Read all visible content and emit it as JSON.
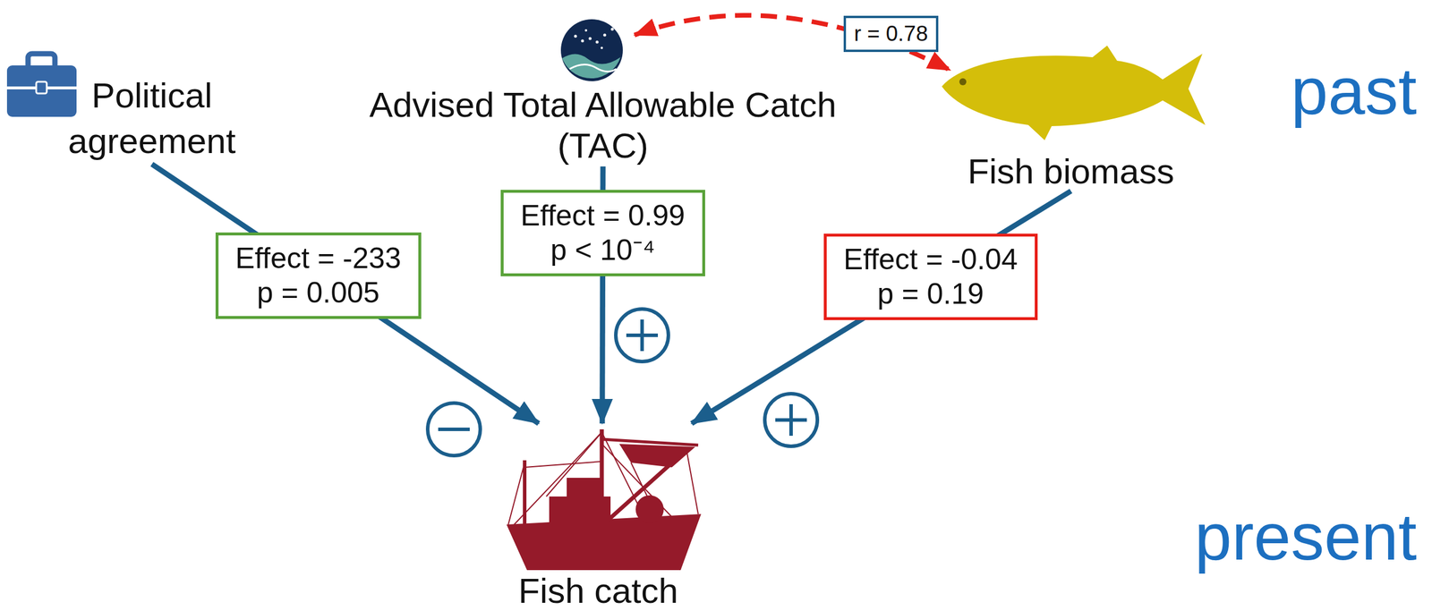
{
  "diagram": {
    "nodes": [
      {
        "text": [
          "Political agreement"
        ]
      },
      {
        "text": [
          "Advised Total Allowable Catch (TAC)"
        ]
      },
      {
        "text": [
          "Fish biomass"
        ]
      },
      {
        "text": [
          "Fish catch"
        ]
      }
    ],
    "edges": [
      {
        "from": 0,
        "to": 3,
        "arrow": "to",
        "label": "Effect = -233 p = 0.005"
      },
      {
        "from": 1,
        "to": 3,
        "arrow": "to",
        "label": "Effect = 0.99 p < 10⁻⁴"
      },
      {
        "from": 2,
        "to": 3,
        "arrow": "to",
        "label": "Effect = -0.04 p = 0.19"
      },
      {
        "from": 1,
        "to": 2,
        "arrow": "both",
        "label": "r = 0.78"
      }
    ],
    "labels": [
      "past",
      "present"
    ]
  }
}
